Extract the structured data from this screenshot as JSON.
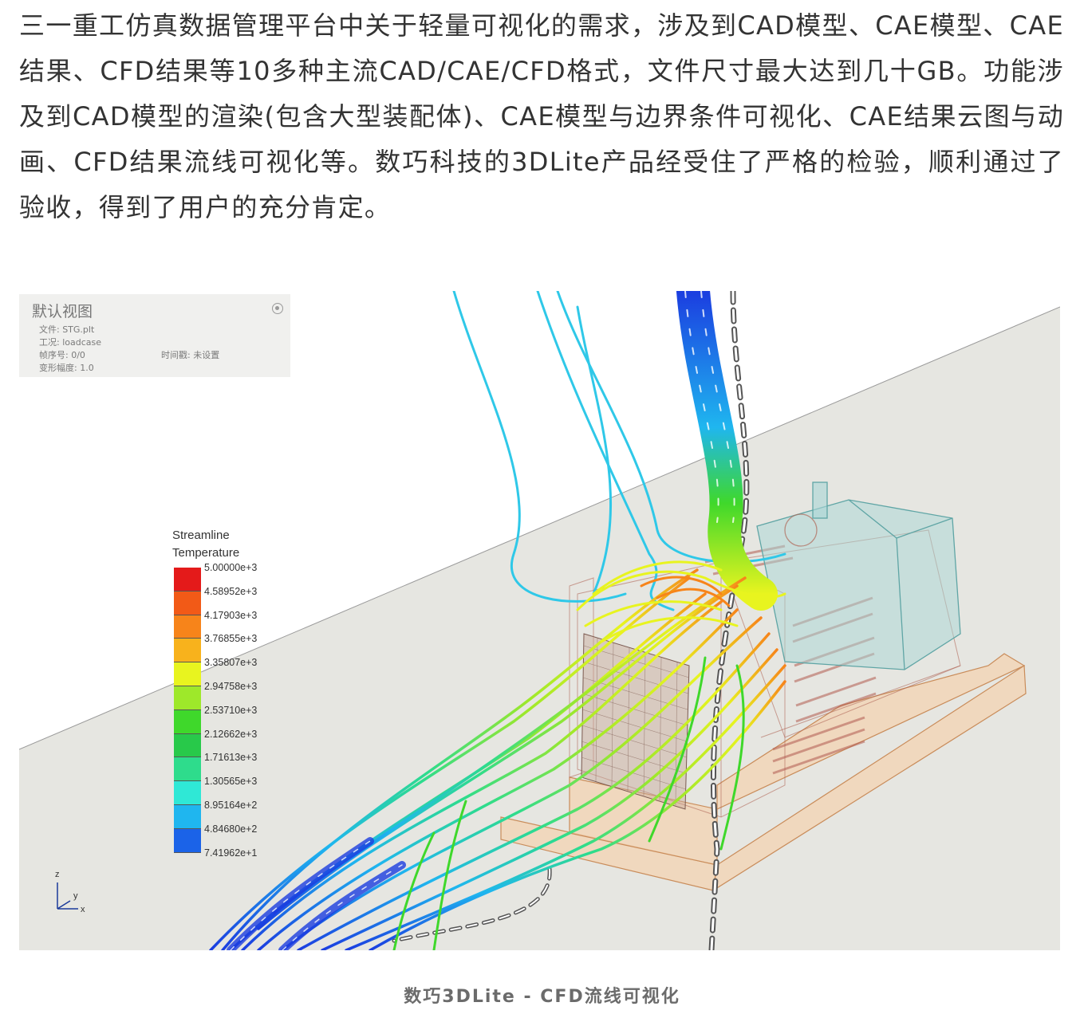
{
  "article": {
    "paragraph": "三一重工仿真数据管理平台中关于轻量可视化的需求，涉及到CAD模型、CAE模型、CAE结果、CFD结果等10多种主流CAD/CAE/CFD格式，文件尺寸最大达到几十GB。功能涉及到CAD模型的渲染(包含大型装配体)、CAE模型与边界条件可视化、CAE结果云图与动画、CFD结果流线可视化等。数巧科技的3DLite产品经受住了严格的检验，顺利通过了验收，得到了用户的充分肯定。"
  },
  "viewer": {
    "panel": {
      "title": "默认视图",
      "file": "文件: STG.plt",
      "case": "工况: loadcase",
      "frame": "帧序号: 0/0",
      "timestamp": "时间戳: 未设置",
      "deform": "变形幅度: 1.0"
    },
    "legend": {
      "title_line1": "Streamline",
      "title_line2": "Temperature",
      "labels": [
        "5.00000e+3",
        "4.58952e+3",
        "4.17903e+3",
        "3.76855e+3",
        "3.35807e+3",
        "2.94758e+3",
        "2.53710e+3",
        "2.12662e+3",
        "1.71613e+3",
        "1.30565e+3",
        "8.95164e+2",
        "4.84680e+2",
        "7.41962e+1"
      ],
      "colors": [
        "#e41a1a",
        "#f25a17",
        "#f7841a",
        "#f8b21c",
        "#e8f41f",
        "#9ee82a",
        "#3fd82b",
        "#28c94a",
        "#2edc8c",
        "#2fe8d6",
        "#1fb6ef",
        "#1b63e8",
        "#1326d8"
      ]
    },
    "axes": {
      "z": "z",
      "y": "y",
      "x": "x"
    },
    "colors": {
      "floor": "#e6e6e1",
      "background": "#ffffff",
      "housing": "#a8d6d6",
      "base_frame": "#f0c9a0",
      "engine_lines": "#b06858"
    }
  },
  "caption": "数巧3DLite - CFD流线可视化"
}
